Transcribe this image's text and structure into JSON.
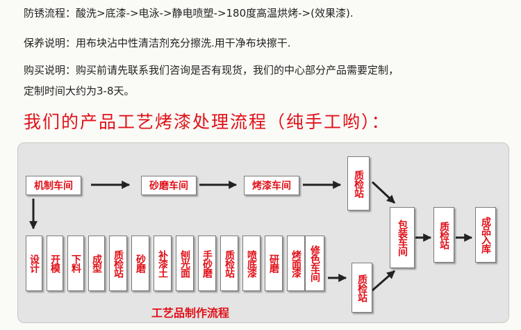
{
  "info": {
    "line1": "防锈流程：酸洗>底漆->电泳->静电喷塑->180度高温烘烤->(效果漆).",
    "line2": "保养说明：用布块沾中性清洁剂充分擦洗.用干净布块擦干.",
    "line3": "购买说明：购买前请先联系我们咨询是否有现货，我们的中心部分产品需要定制，",
    "line4": "定制时间大约为3-8天。"
  },
  "heading": "我们的产品工艺烤漆处理流程（纯手工哟）：",
  "flow": {
    "top_row": [
      "机制车间",
      "砂磨车间",
      "烤漆车间"
    ],
    "qc_top": "质检站",
    "steps": [
      "设计",
      "开模",
      "下料",
      "成型",
      "质检站",
      "砂磨",
      "补漆土",
      "刨光面",
      "手砂磨",
      "质检站",
      "喷底漆",
      "研磨",
      "烤面漆",
      "修色车间"
    ],
    "qc_bottom": "质检站",
    "packing": "包装车间",
    "qc_final": "质检站",
    "warehouse": "成品入库",
    "caption": "工艺品制作流程"
  },
  "colors": {
    "accent": "#e01018",
    "panel": "#e4e4e4"
  }
}
